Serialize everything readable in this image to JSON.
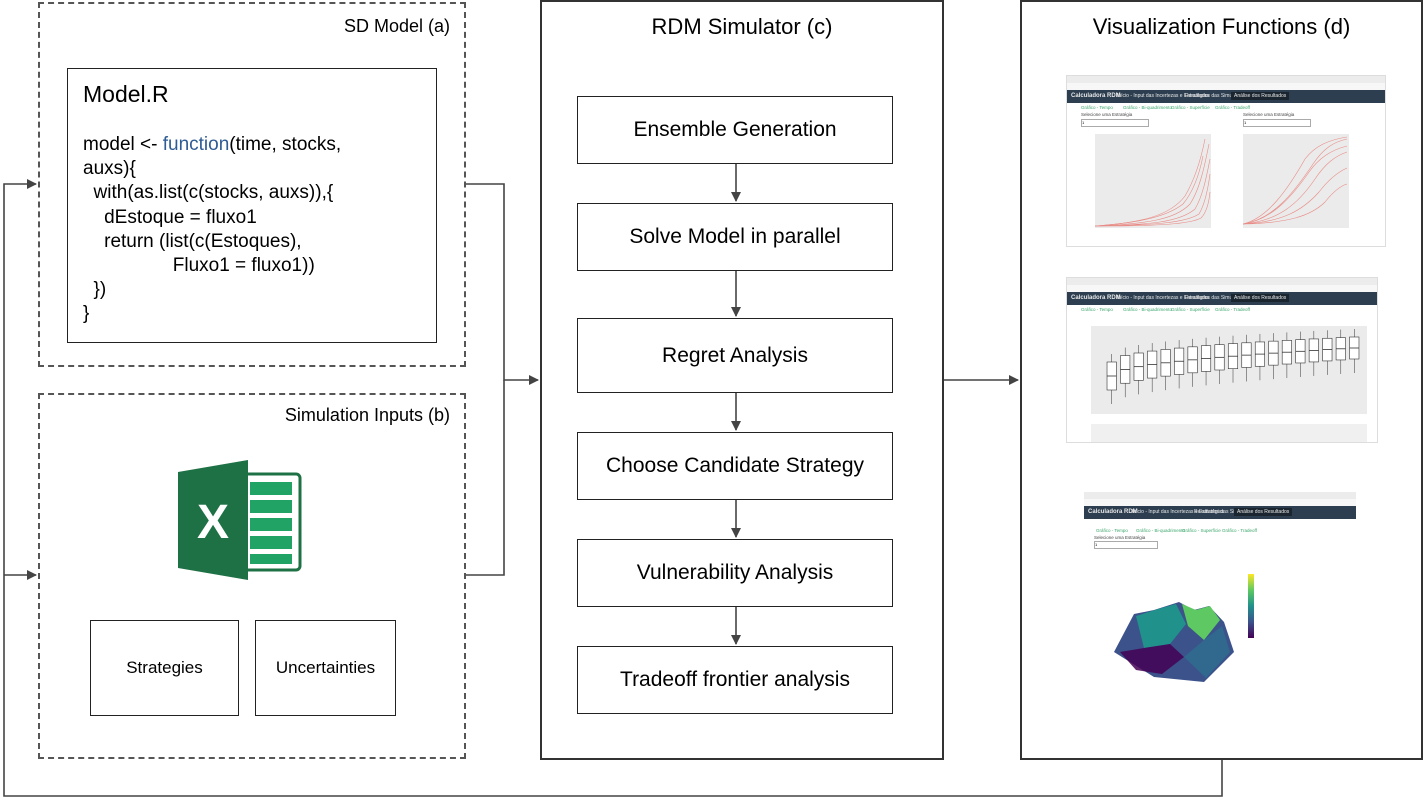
{
  "panels": {
    "sd_model": {
      "title": "SD Model (a)",
      "file_name": "Model.R",
      "code_lines": [
        {
          "pre": "model <- ",
          "kw": "function",
          "post": "(time, stocks,"
        },
        {
          "pre": "auxs){",
          "kw": "",
          "post": ""
        },
        {
          "pre": "  with(as.list(c(stocks, auxs)),{",
          "kw": "",
          "post": ""
        },
        {
          "pre": "    dEstoque = fluxo1",
          "kw": "",
          "post": ""
        },
        {
          "pre": "    return (list(c(Estoques),",
          "kw": "",
          "post": ""
        },
        {
          "pre": "                 Fluxo1 = fluxo1))",
          "kw": "",
          "post": ""
        },
        {
          "pre": "  })",
          "kw": "",
          "post": ""
        },
        {
          "pre": "}",
          "kw": "",
          "post": ""
        }
      ]
    },
    "sim_inputs": {
      "title": "Simulation Inputs (b)",
      "icon": "excel-icon",
      "boxes": [
        "Strategies",
        "Uncertainties"
      ]
    },
    "rdm_simulator": {
      "title": "RDM Simulator (c)",
      "steps": [
        "Ensemble Generation",
        "Solve Model in parallel",
        "Regret Analysis",
        "Choose Candidate Strategy",
        "Vulnerability Analysis",
        "Tradeoff frontier analysis"
      ]
    },
    "visualization": {
      "title": "Visualization Functions (d)"
    }
  },
  "screenshots": {
    "brand": "Calculadora RDM",
    "nav_items": [
      "Início - Input das Incertezas e Estratégias",
      "Resultados das Simulações",
      "Análise dos Resultados"
    ],
    "tabs": [
      "Gráfico - Tempo",
      "Gráfico - Bi-quadrimento",
      "Gráfico - Superfície",
      "Gráfico - Tradeoff"
    ],
    "selector_label": "Selecione uma Estratégia",
    "selector_value": "1"
  },
  "colors": {
    "border": "#333333",
    "dashed": "#555555",
    "keyword": "#2e5c94",
    "excel_dark": "#1e7145",
    "excel_mid": "#21a366",
    "nav": "#2c3e50",
    "line_series": "#e8736c"
  }
}
